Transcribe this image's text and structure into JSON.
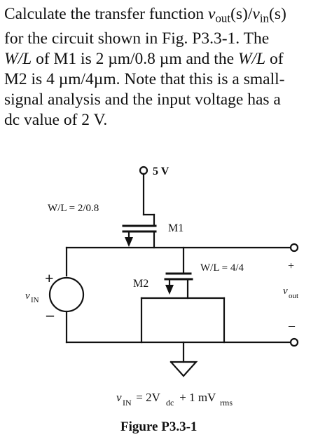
{
  "problem": {
    "l1a": "Calculate the transfer function ",
    "l1_vout": "v",
    "l1_out": "out",
    "l1_mid": "(s)/",
    "l1_vin": "v",
    "l1_in": "in",
    "l1_end": "(s)",
    "l2": "for the circuit shown in Fig. P3.3-1. The",
    "l3_wl": "W/L",
    "l3_rest": " of M1 is 2 µm/0.8 µm and the ",
    "l3_wl2": "W/L",
    "l3_end": " of",
    "l4": "M2 is 4 µm/4µm. Note that this is a small-",
    "l5": "signal analysis and the input voltage has a",
    "l6": "dc value of 2 V."
  },
  "circuit": {
    "supply": "5 V",
    "m1_wl": "W/L = 2/0.8",
    "m1_label": "M1",
    "m2_wl": "W/L = 4/4",
    "m2_label": "M2",
    "vin_v": "v",
    "vin_sub": "IN",
    "plus": "+",
    "minus": "–",
    "vout_v": "v",
    "vout_sub": "out",
    "out_plus": "+",
    "out_minus": "–",
    "eq_v": "v",
    "eq_in": "IN",
    "eq_mid": " = 2V",
    "eq_dc": "dc",
    "eq_plus": " + 1 mV",
    "eq_rms": "rms",
    "caption": "Figure P3.3-1"
  }
}
